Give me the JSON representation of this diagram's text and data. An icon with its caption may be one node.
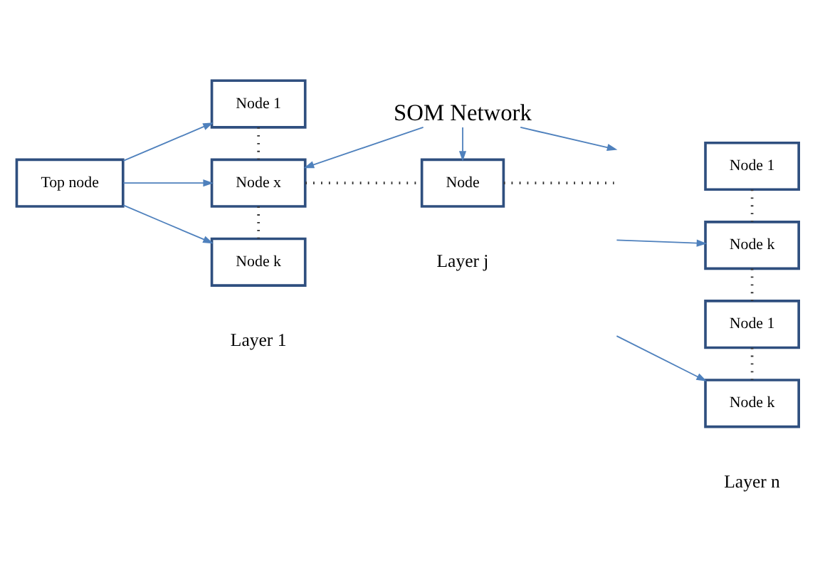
{
  "diagram": {
    "nodes": [
      {
        "text": [
          "Top node"
        ]
      },
      {
        "text": [
          "Node 1"
        ]
      },
      {
        "text": [
          "Node x"
        ]
      },
      {
        "text": [
          "Node k"
        ]
      },
      {
        "text": [
          "Node"
        ]
      },
      {
        "text": [
          "Node 1"
        ]
      },
      {
        "text": [
          "Node k"
        ]
      },
      {
        "text": [
          "Node 1"
        ]
      },
      {
        "text": [
          "Node k"
        ]
      },
      {
        "text": [
          "SOM Network"
        ]
      }
    ],
    "edges": [
      {
        "from": 0,
        "to": 1,
        "arrow": "to"
      },
      {
        "from": 0,
        "to": 2,
        "arrow": "to"
      },
      {
        "from": 0,
        "to": 3,
        "arrow": "to"
      },
      {
        "from": 1,
        "to": 2,
        "arrow": "none",
        "style": "dashed",
        "color": "#333333"
      },
      {
        "from": 2,
        "to": 3,
        "arrow": "none",
        "style": "dashed",
        "color": "#333333"
      },
      {
        "from": 9,
        "to": 2,
        "arrow": "to"
      },
      {
        "from": 9,
        "to": 4,
        "arrow": "to"
      },
      {
        "from": 9,
        "to": null,
        "arrow": "to"
      },
      {
        "from": 2,
        "to": 4,
        "arrow": "none",
        "style": "dashed",
        "color": "#333333"
      },
      {
        "from": 4,
        "to": null,
        "arrow": "none",
        "style": "dashed",
        "color": "#333333"
      },
      {
        "from": null,
        "to": 6,
        "arrow": "to"
      },
      {
        "from": null,
        "to": 8,
        "arrow": "to"
      },
      {
        "from": 5,
        "to": 6,
        "arrow": "none",
        "style": "dashed",
        "color": "#333333"
      },
      {
        "from": 6,
        "to": 7,
        "arrow": "none",
        "style": "dashed",
        "color": "#333333"
      },
      {
        "from": 7,
        "to": 8,
        "arrow": "none",
        "style": "dashed",
        "color": "#333333"
      }
    ],
    "labels": [
      "Layer 1",
      "Layer j",
      "Layer n"
    ]
  }
}
